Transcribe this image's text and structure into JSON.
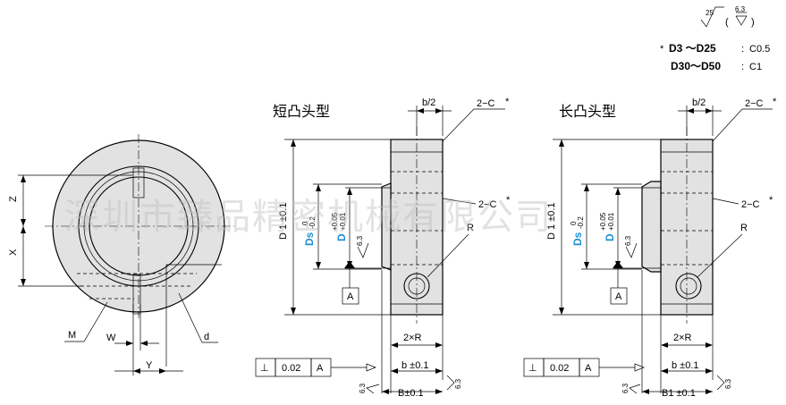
{
  "finish": {
    "main_roughness": "25",
    "other_roughness": "6.3"
  },
  "chamfer_notes": [
    {
      "prefix": "*",
      "range": "D3 ～D25",
      "sep": ":",
      "value": "C0.5"
    },
    {
      "prefix": "",
      "range": "D30～D50",
      "sep": ":",
      "value": "C1"
    }
  ],
  "front_view": {
    "labels": {
      "z": "Z",
      "x": "X",
      "m": "M",
      "w": "W",
      "y": "Y",
      "d": "d"
    }
  },
  "views": [
    {
      "title": "短凸头型",
      "half_b": "b/2",
      "chamfer": "2−C",
      "star": "*",
      "chamfer2": "2−C",
      "d1": "D 1 ±0.1",
      "ds": "Ds",
      "ds_tol_upper": "0",
      "ds_tol_lower": "-0.2",
      "d": "D",
      "d_tol_upper": "+0.05",
      "d_tol_lower": "+0.01",
      "r": "R",
      "roughness": "6.3",
      "datum": "A",
      "holes": "2×R",
      "b": "b ±0.1",
      "b_total": "B±0.1",
      "tolerance_frame": [
        "⊥",
        "0.02",
        "A"
      ]
    },
    {
      "title": "长凸头型",
      "half_b": "b/2",
      "chamfer": "2−C",
      "star": "*",
      "chamfer2": "2−C",
      "d1": "D 1 ±0.1",
      "ds": "Ds",
      "ds_tol_upper": "0",
      "ds_tol_lower": "-0.2",
      "d": "D",
      "d_tol_upper": "+0.05",
      "d_tol_lower": "+0.01",
      "r": "R",
      "roughness": "6.3",
      "datum": "A",
      "holes": "2×R",
      "b": "b ±0.1",
      "b_total": "B1 ±0.1",
      "tolerance_frame": [
        "⊥",
        "0.02",
        "A"
      ]
    }
  ],
  "watermark": "深圳市臻品精密机械有限公司"
}
